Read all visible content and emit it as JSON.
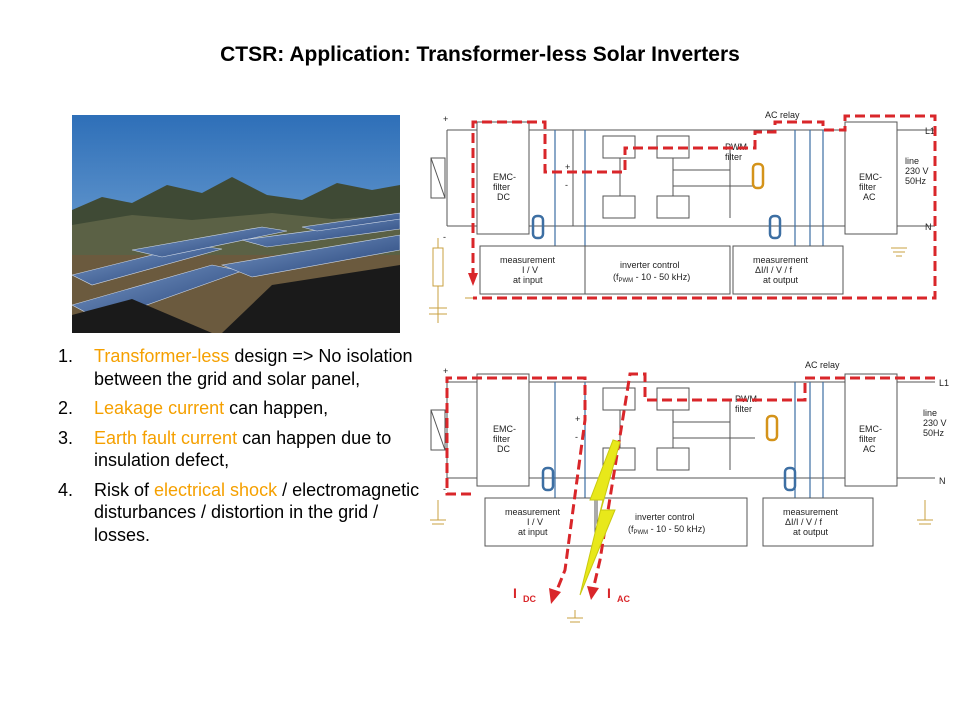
{
  "title": "CTSR: Application: Transformer-less Solar Inverters",
  "list": [
    {
      "num": "1.",
      "parts": [
        {
          "text": "Transformer-less",
          "hl": true
        },
        {
          "text": " design => No isolation between the grid and solar panel,",
          "hl": false
        }
      ]
    },
    {
      "num": "2.",
      "parts": [
        {
          "text": "Leakage current",
          "hl": true
        },
        {
          "text": " can happen,",
          "hl": false
        }
      ]
    },
    {
      "num": "3.",
      "parts": [
        {
          "text": "Earth fault current",
          "hl": true
        },
        {
          "text": " can happen due to insulation defect,",
          "hl": false
        }
      ]
    },
    {
      "num": "4.",
      "parts": [
        {
          "text": "Risk of ",
          "hl": false
        },
        {
          "text": "electrical shock",
          "hl": true
        },
        {
          "text": " / electromagnetic disturbances / distortion in the grid / losses.",
          "hl": false
        }
      ]
    }
  ],
  "diagram_labels": {
    "ac_relay": "AC relay",
    "pwm_filter_1": "PWM",
    "pwm_filter_2": "filter",
    "emc_dc_1": "EMC-",
    "emc_dc_2": "filter",
    "emc_dc_3": "DC",
    "emc_ac_1": "EMC-",
    "emc_ac_2": "filter",
    "emc_ac_3": "AC",
    "line_1": "line",
    "line_2": "230 V",
    "line_3": "50Hz",
    "l1": "L1",
    "n": "N",
    "plus": "+",
    "minus": "-",
    "meas_in_1": "measurement",
    "meas_in_2": "I / V",
    "meas_in_3": "at input",
    "inv_ctrl_1": "inverter control",
    "inv_ctrl_2": "(f",
    "inv_ctrl_sub": "PWM",
    "inv_ctrl_3": " - 10 - 50 kHz)",
    "meas_out_1": "measurement",
    "meas_out_2": "ΔI/I / V / f",
    "meas_out_3": "at output",
    "idc": "I",
    "idc_sub": "DC",
    "iac": "I",
    "iac_sub": "AC"
  },
  "colors": {
    "highlight": "#f5a000",
    "fault_path": "#d9262a",
    "lightning": "#e8e81a",
    "sensor": "#3d6fa3",
    "orange_sensor": "#d4931a",
    "ground": "#c8a040"
  }
}
